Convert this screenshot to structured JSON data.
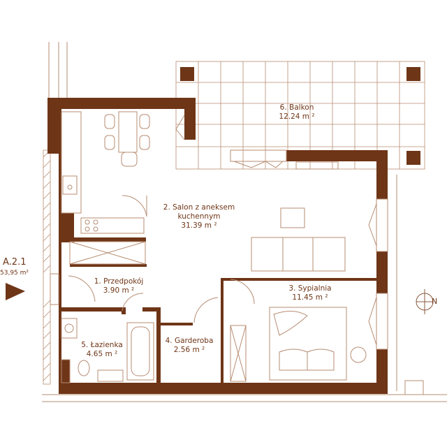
{
  "colors": {
    "wall": "#6e3517",
    "line": "#b78c72",
    "background": "#ffffff"
  },
  "unit": {
    "code": "A.2.1",
    "area": "53,95 m²"
  },
  "rooms": [
    {
      "number": "1.",
      "name": "Przedpokój",
      "area": "3.90 m ²"
    },
    {
      "number": "2.",
      "name": "Salon z aneksem",
      "name_line2": "kuchennym",
      "area": "31.39 m ²"
    },
    {
      "number": "3.",
      "name": "Sypialnia",
      "area": "11.45 m ²"
    },
    {
      "number": "4.",
      "name": "Garderoba",
      "area": "2.56 m ²"
    },
    {
      "number": "5.",
      "name": "Łazienka",
      "area": "4.65 m ²"
    },
    {
      "number": "6.",
      "name": "Balkon",
      "area": "12.24 m ²"
    }
  ],
  "compass": {
    "label": "N",
    "icon": "compass-north-icon"
  }
}
